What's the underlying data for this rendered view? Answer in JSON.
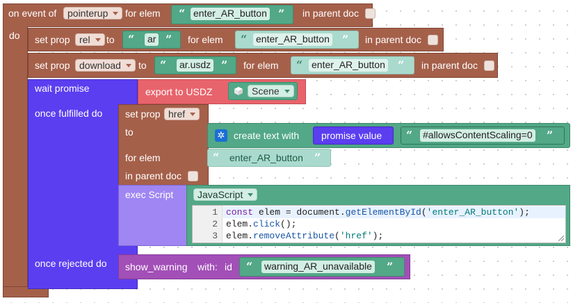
{
  "event": {
    "prefix": "on event of",
    "event_type": "pointerup",
    "for_elem": "for elem",
    "elem_id": "enter_AR_button",
    "in_parent_doc": "in parent doc",
    "do": "do"
  },
  "set_rel": {
    "label": "set prop",
    "prop": "rel",
    "to": "to",
    "value": "ar",
    "for_elem": "for elem",
    "elem_id": "enter_AR_button",
    "in_parent_doc": "in parent doc"
  },
  "set_download": {
    "label": "set prop",
    "prop": "download",
    "to": "to",
    "value": "ar.usdz",
    "for_elem": "for elem",
    "elem_id": "enter_AR_button",
    "in_parent_doc": "in parent doc"
  },
  "wait": {
    "label": "wait promise",
    "export": "export to USDZ",
    "scene": "Scene",
    "fulfilled": "once fulfilled do",
    "rejected": "once rejected do"
  },
  "set_href": {
    "label": "set prop",
    "prop": "href",
    "to": "to",
    "create_text": "create text with",
    "promise_value": "promise value",
    "suffix": "#allowsContentScaling=0",
    "for_elem": "for elem",
    "elem_id": "enter_AR_button",
    "in_parent_doc": "in parent doc"
  },
  "exec": {
    "label": "exec Script",
    "language": "JavaScript",
    "lines": [
      {
        "num": "1",
        "text": "const elem = document.getElementById('enter_AR_button');"
      },
      {
        "num": "2",
        "text": "elem.click();"
      },
      {
        "num": "3",
        "text": "elem.removeAttribute('href');"
      }
    ]
  },
  "warning": {
    "label": "show_warning",
    "with": "with:",
    "id_label": "id",
    "value": "warning_AR_unavailable"
  },
  "icons": {
    "quote": "“",
    "quote_close": "”"
  },
  "colors": {
    "event": "#a5604a",
    "promise": "#5b3ef0",
    "text": "#52a887",
    "export": "#e8646c",
    "warning": "#a24fb7"
  }
}
